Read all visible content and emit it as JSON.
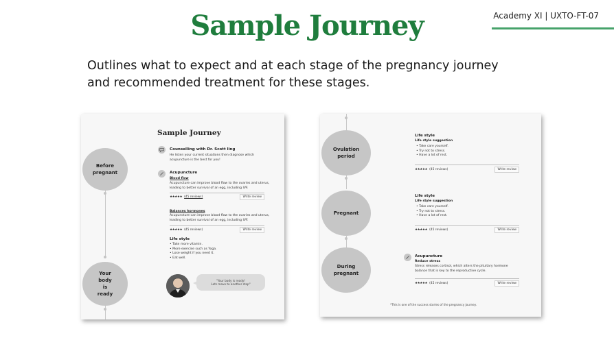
{
  "header": {
    "title": "Sample Journey",
    "course": "Academy XI | UXTO-FT-07",
    "accent_color": "#1f7d3d",
    "bar_color": "#46a26a"
  },
  "subtitle": {
    "line1": "Outlines what to expect and at each stage of the pregnancy journey",
    "line2": "and recommended treatment for these stages."
  },
  "left_card": {
    "title": "Sample Journey",
    "stages": [
      {
        "label": "Before pregnant"
      },
      {
        "label": "Your body is ready"
      }
    ],
    "counselling": {
      "icon": "chat-icon",
      "title": "Counselling with Dr. Scott ling",
      "body1": "He listen your current situations then diagnose which",
      "body2": "acupuncture is the best for you!"
    },
    "acupuncture": {
      "icon": "needle-icon",
      "title": "Acupuncture",
      "blood_flow": {
        "label": "Blood flow",
        "body1": "Acupuncture can improve blood flow to the ovaries and uterus,",
        "body2": "leading to better survival of an egg, including IVF.",
        "stars": "★★★★★",
        "reviews": "(45 reviews)",
        "write": "Write review"
      },
      "balances_hormones": {
        "label": "Balances hormones",
        "body1": "Acupuncture can improve blood flow to the ovaries and uterus,",
        "body2": "leading to better survival of an egg, including IVF.",
        "stars": "★★★★★",
        "reviews": "(45 reviews)",
        "write": "Write review"
      }
    },
    "lifestyle": {
      "title": "Life style",
      "items": [
        "Take more vitamin.",
        "More exercise such as Yoga.",
        "Lose weight if you need it.",
        "Eat well."
      ]
    },
    "bubble": {
      "line1": "\"Your body is ready!",
      "line2": "Lets move to another step\""
    }
  },
  "right_card": {
    "stages": [
      {
        "label": "Ovulation period"
      },
      {
        "label": "Pregnant"
      },
      {
        "label": "During pregnant"
      }
    ],
    "lifestyle1": {
      "title": "Life style",
      "subtitle": "Life style suggestion",
      "items": [
        "Take care yourself.",
        "Try not to stress.",
        "Have a lot of rest."
      ],
      "stars": "★★★★★",
      "reviews": "(45 reviews)",
      "write": "Write review"
    },
    "lifestyle2": {
      "title": "Life style",
      "subtitle": "Life style suggestion",
      "items": [
        "Take care yourself.",
        "Try not to stress.",
        "Have a lot of rest."
      ],
      "stars": "★★★★★",
      "reviews": "(45 reviews)",
      "write": "Write review"
    },
    "acupuncture": {
      "icon": "needle-icon",
      "title": "Acupuncture",
      "subtitle": "Reduce stress",
      "body1": "Stress releases cortisol, which alters the pituitary hormone",
      "body2": "balance that is key to the reproductive cycle.",
      "stars": "★★★★★",
      "reviews": "(45 reviews)",
      "write": "Write review"
    },
    "footnote": "*This is one of the success stories of the pregnancy journey."
  }
}
